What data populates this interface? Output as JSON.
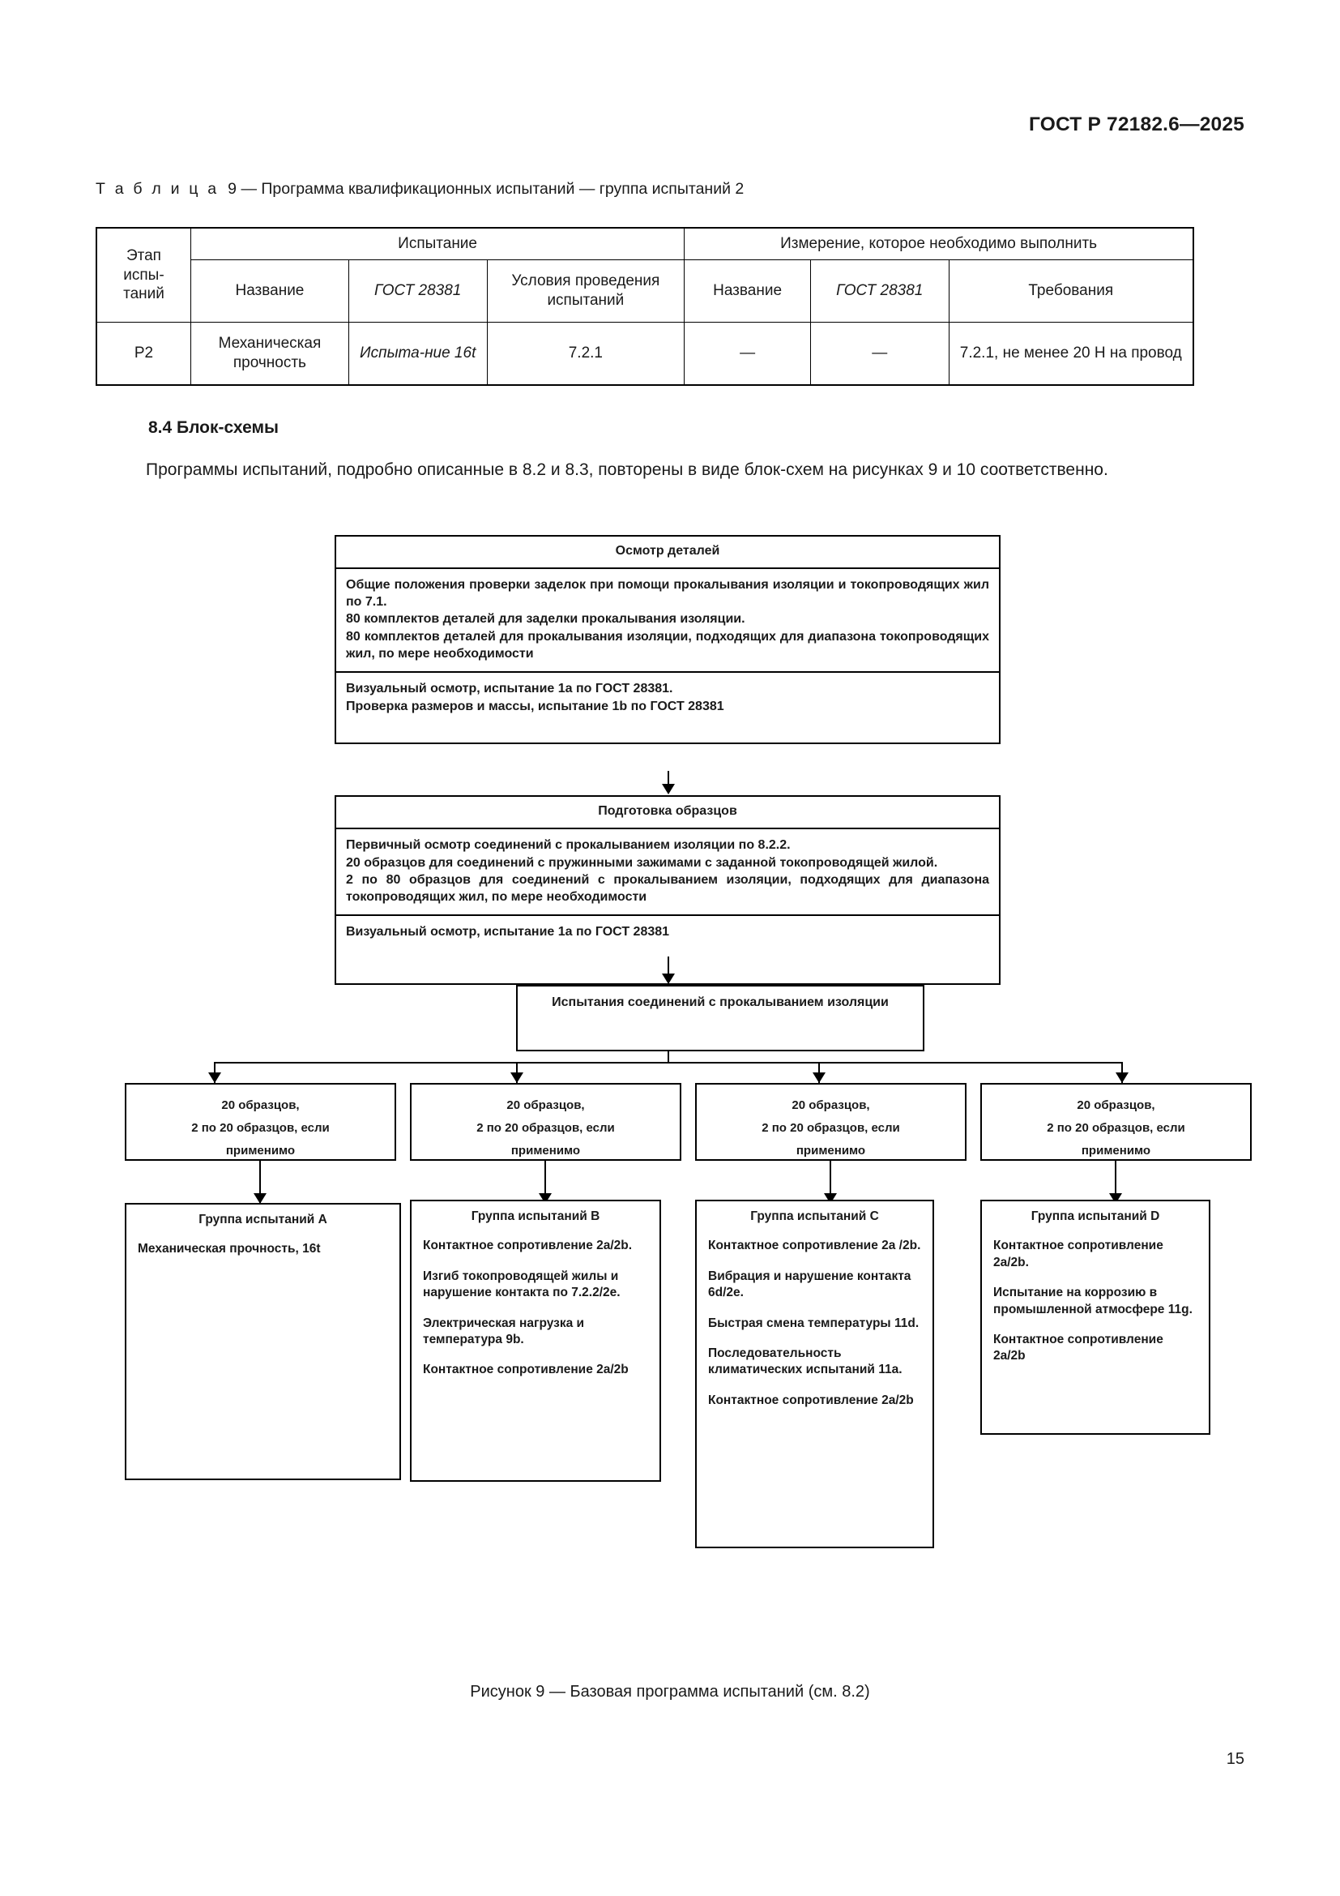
{
  "header": {
    "standard": "ГОСТ Р 72182.6—2025"
  },
  "table_caption": {
    "label": "Т а б л и ц а",
    "number": "9",
    "dash": "—",
    "text": "Программа квалификационных испытаний — группа испытаний 2",
    "full": "Т а б л и ц а  9 — Программа квалификационных испытаний — группа испытаний 2"
  },
  "table": {
    "group_headers": {
      "stage": "Этап испы­таний",
      "test": "Испытание",
      "measurement": "Измерение, которое необходимо выполнить"
    },
    "columns": [
      "Этап испы-таний",
      "Название",
      "ГОСТ 28381",
      "Условия проведения испытаний",
      "Название",
      "ГОСТ 28381",
      "Требования"
    ],
    "stage_label_lines": [
      "Этап",
      "испы-",
      "таний"
    ],
    "test_col_headers": [
      "Название",
      "ГОСТ 28381",
      "Условия проведения испытаний"
    ],
    "measure_col_headers": [
      "Название",
      "ГОСТ 28381",
      "Требования"
    ],
    "rows": [
      {
        "stage": "Р2",
        "test_name": "Механическая прочность",
        "test_gost": "Испыта-ние 16t",
        "test_conditions": "7.2.1",
        "measure_name": "—",
        "measure_gost": "—",
        "requirements": "7.2.1, не менее 20 Н на провод"
      }
    ]
  },
  "section": {
    "number": "8.4",
    "title": "Блок-схемы",
    "heading": "8.4  Блок-схемы",
    "paragraph": "Программы испытаний, подробно описанные в 8.2 и 8.3, повторены в виде блок-схем на рисунках 9 и 10 соответственно."
  },
  "flowchart": {
    "box1": {
      "title": "Осмотр деталей",
      "section_a": [
        "Общие положения проверки заделок при помощи прокалывания изоляции и токопроводящих жил по 7.1.",
        "80 комплектов деталей для заделки прокалывания изоляции.",
        "80 комплектов деталей для прокалывания изоляции, подходящих для диапазона токопроводящих жил, по мере необходимости"
      ],
      "section_b": [
        "Визуальный осмотр, испытание 1a по ГОСТ 28381.",
        "Проверка размеров и массы, испытание 1b по ГОСТ 28381"
      ]
    },
    "box2": {
      "title": "Подготовка образцов",
      "section_a": [
        "Первичный осмотр соединений с прокалыванием изоляции по 8.2.2.",
        "20 образцов для соединений с пружинными зажимами с заданной токопроводящей жилой.",
        "2 по 80 образцов для соединений с прокалыванием изоляции, подходящих для диапазона токопроводящих жил, по мере необходимости"
      ],
      "section_b": [
        "Визуальный осмотр, испытание 1a по ГОСТ 28381"
      ]
    },
    "box3": {
      "title": "Испытания соединений с прокалыванием изоляции"
    },
    "sample_boxes": [
      {
        "lines": [
          "20 образцов,",
          "2 по 20 образцов, если",
          "применимо"
        ]
      },
      {
        "lines": [
          "20 образцов,",
          "2 по 20 образцов, если",
          "применимо"
        ]
      },
      {
        "lines": [
          "20 образцов,",
          "2 по 20 образцов, если",
          "применимо"
        ]
      },
      {
        "lines": [
          "20 образцов,",
          "2 по 20 образцов, если",
          "применимо"
        ]
      }
    ],
    "group_boxes": [
      {
        "title": "Группа испытаний A",
        "items": [
          "Механическая прочность, 16t"
        ]
      },
      {
        "title": "Группа испытаний B",
        "items": [
          "Контактное сопротивление 2a/2b.",
          "Изгиб токопроводящей жилы и нарушение контакта по 7.2.2/2e.",
          "Электрическая нагрузка и температура 9b.",
          "Контактное сопротивление 2a/2b"
        ]
      },
      {
        "title": "Группа испытаний C",
        "items": [
          "Контактное сопротивление 2a /2b.",
          "Вибрация и нарушение контакта 6d/2e.",
          "Быстрая смена температуры 11d.",
          "Последовательность климатических испытаний 11a.",
          "Контактное сопротивление 2a/2b"
        ]
      },
      {
        "title": "Группа испытаний D",
        "items": [
          "Контактное сопротивление 2a/2b.",
          "Испытание на коррозию в промышленной атмосфере 11g.",
          "Контактное сопротивление 2a/2b"
        ]
      }
    ]
  },
  "figure_caption": "Рисунок 9 — Базовая программа испытаний (см. 8.2)",
  "page_number": "15",
  "colors": {
    "text": "#1a1a1a",
    "rule": "#000000",
    "background": "#ffffff"
  }
}
